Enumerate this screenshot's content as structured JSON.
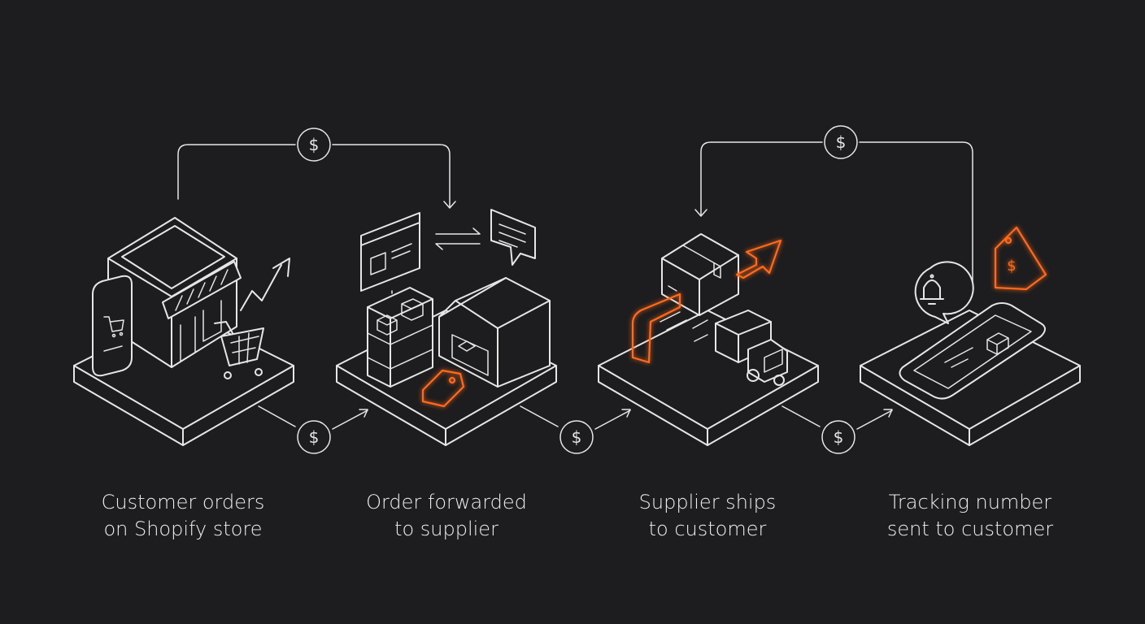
{
  "steps": [
    {
      "line1": "Customer orders",
      "line2": "on Shopify store"
    },
    {
      "line1": "Order forwarded",
      "line2": "to supplier"
    },
    {
      "line1": "Supplier ships",
      "line2": "to customer"
    },
    {
      "line1": "Tracking number",
      "line2": "sent to customer"
    }
  ],
  "currency_symbol": "$",
  "colors": {
    "background": "#1d1c1e",
    "line": "#e6e6e6",
    "accent": "#ff6a1a"
  },
  "icons": [
    "storefront-icon",
    "phone-cart-icon",
    "shopping-cart-icon",
    "trend-arrow-icon",
    "browser-window-icon",
    "swap-arrows-icon",
    "chat-bubble-icon",
    "shelf-icon",
    "warehouse-icon",
    "price-tag-icon",
    "package-box-icon",
    "delivery-truck-icon",
    "bell-icon",
    "smartphone-icon",
    "dollar-icon"
  ]
}
